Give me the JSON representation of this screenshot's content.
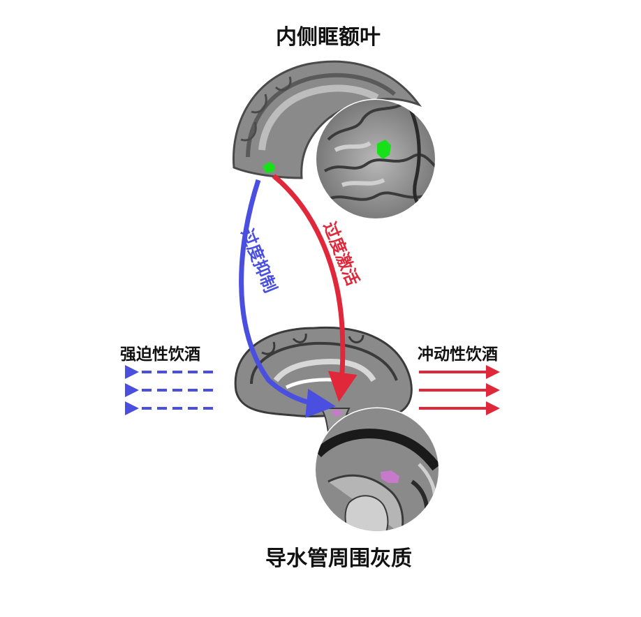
{
  "titles": {
    "top": "内侧眶额叶",
    "bottom": "导水管周围灰质"
  },
  "side_labels": {
    "left": "强迫性饮酒",
    "right": "冲动性饮酒"
  },
  "pathways": {
    "blue_label": "过度抑制",
    "red_label": "过度激活"
  },
  "colors": {
    "blue": "#4a4fe0",
    "red": "#e0283a",
    "mofc_marker": "#18e018",
    "pag_marker": "#c77ac9"
  }
}
